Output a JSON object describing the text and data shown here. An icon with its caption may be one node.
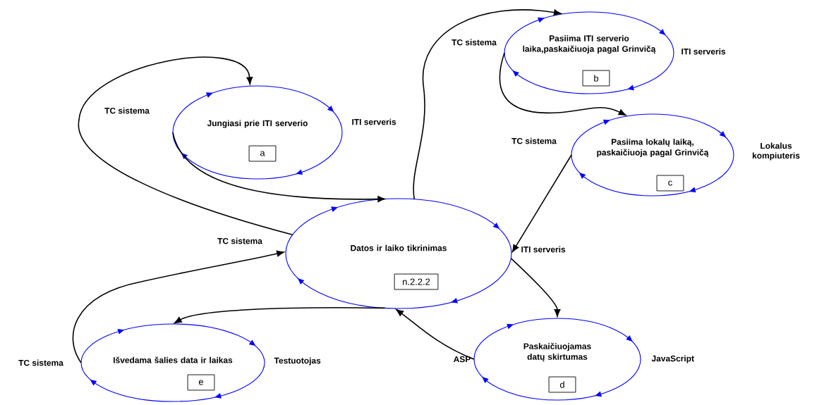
{
  "diagram": {
    "nodes": [
      {
        "text": [
          "Pasiima ITI serverio laika,paskaičiuoja pagal Grinvičą"
        ],
        "beside": [
          "TC sistema",
          "ITI serveris"
        ]
      },
      {
        "text": [
          "b"
        ],
        "in": 0
      },
      {
        "text": [
          "Jungiasi prie ITI serverio"
        ],
        "beside": [
          "TC sistema",
          "ITI serveris"
        ]
      },
      {
        "text": [
          "a"
        ],
        "in": 2
      },
      {
        "text": [
          "Pasiima lokalų laiką, paskaičiuoja pagal Grinvičą"
        ],
        "beside": [
          "TC sistema",
          "Lokalus kompiuteris"
        ]
      },
      {
        "text": [
          "c"
        ],
        "in": 4
      },
      {
        "text": [
          "Datos ir laiko tikrinimas"
        ],
        "beside": [
          "TC sistema",
          "ITI serveris"
        ]
      },
      {
        "text": [
          "n.2.2.2"
        ],
        "in": 6
      },
      {
        "text": [
          "Išvedama šalies data ir laikas"
        ],
        "beside": [
          "TC sistema",
          "Testuotojas"
        ]
      },
      {
        "text": [
          "e"
        ],
        "in": 8
      },
      {
        "text": [
          "Paskaičiuojamas datų skirtumas"
        ],
        "beside": [
          "ASP",
          "JavaScript"
        ]
      },
      {
        "text": [
          "d"
        ],
        "in": 10
      }
    ],
    "edges": [
      {
        "from": 6,
        "to": 0,
        "arrow": "to"
      },
      {
        "from": 0,
        "to": 4,
        "arrow": "to"
      },
      {
        "from": 4,
        "to": 6,
        "arrow": "to"
      },
      {
        "from": 6,
        "to": 10,
        "arrow": "to"
      },
      {
        "from": 10,
        "to": 6,
        "arrow": "to"
      },
      {
        "from": 6,
        "to": 8,
        "arrow": "to"
      },
      {
        "from": 8,
        "to": 6,
        "arrow": "to"
      },
      {
        "from": 6,
        "to": 2,
        "arrow": "to"
      },
      {
        "from": 2,
        "to": 6,
        "arrow": "to"
      }
    ]
  }
}
